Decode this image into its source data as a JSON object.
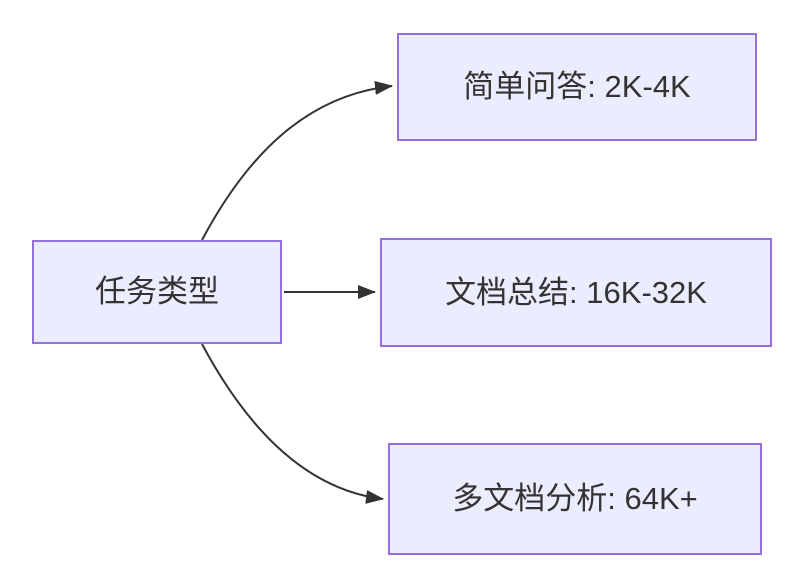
{
  "diagram": {
    "type": "flowchart-left-to-right",
    "root": {
      "label": "任务类型"
    },
    "branches": [
      {
        "label": "简单问答: 2K-4K"
      },
      {
        "label": "文档总结: 16K-32K"
      },
      {
        "label": "多文档分析: 64K+"
      }
    ],
    "edges": [
      {
        "from": "任务类型",
        "to": "简单问答: 2K-4K"
      },
      {
        "from": "任务类型",
        "to": "文档总结: 16K-32K"
      },
      {
        "from": "任务类型",
        "to": "多文档分析: 64K+"
      }
    ],
    "colors": {
      "node_fill": "#ECECFF",
      "node_border": "#9370DB",
      "edge": "#333333",
      "text": "#333333"
    }
  }
}
